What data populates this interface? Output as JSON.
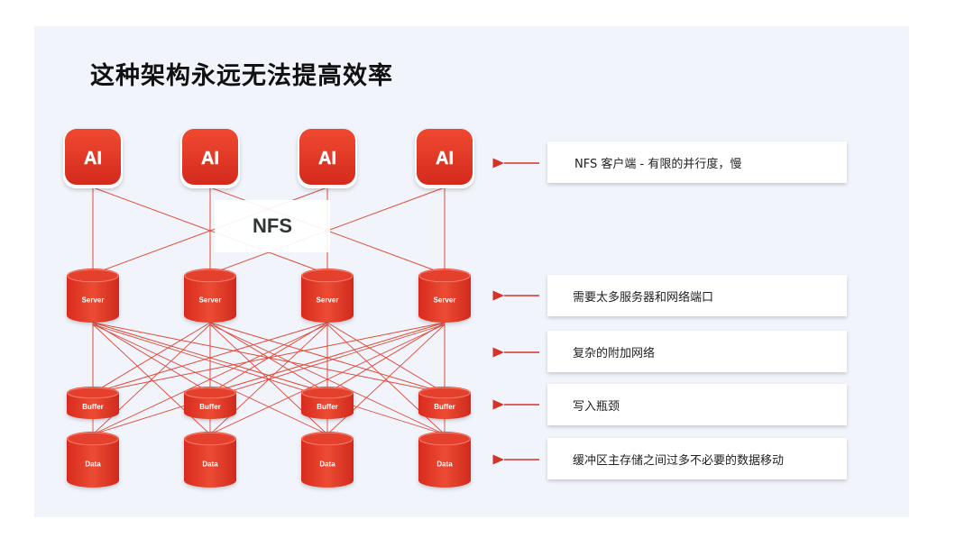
{
  "title": "这种架构永远无法提高效率",
  "nfs_label": "NFS",
  "ai_label": "AI",
  "server_label": "Server",
  "buffer_label": "Buffer",
  "data_label": "Data",
  "notes": [
    "NFS 客户端 - 有限的并行度，慢",
    "需要太多服务器和网络端口",
    "复杂的附加网络",
    "写入瓶颈",
    "缓冲区主存储之间过多不必要的数据移动"
  ],
  "colors": {
    "accent": "#e8392b",
    "accent_dark": "#c9261c",
    "line": "#e14a3a",
    "background": "#f1f4fb"
  }
}
